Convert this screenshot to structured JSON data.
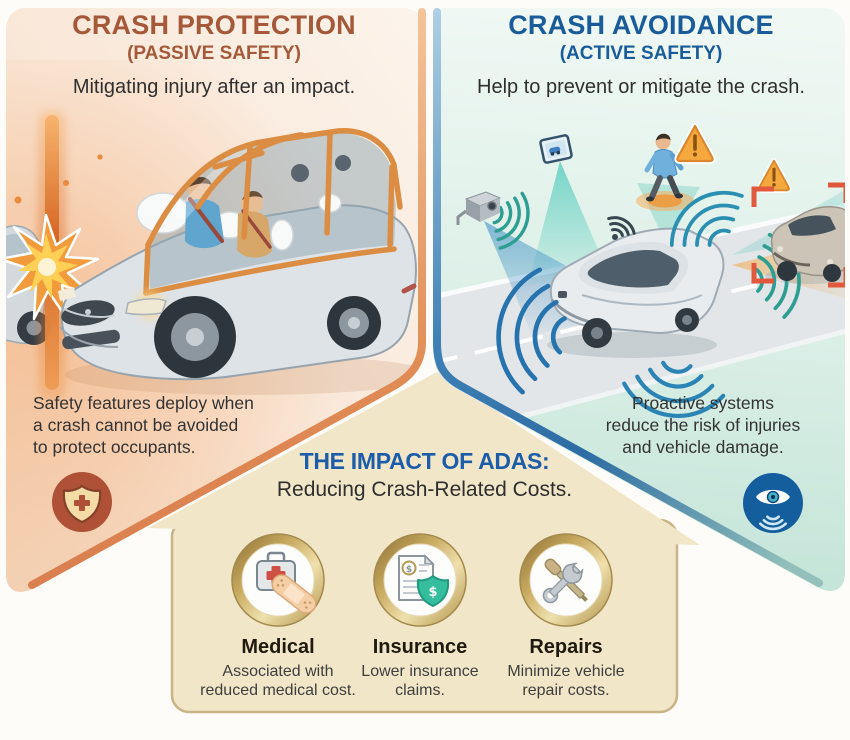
{
  "page": {
    "background": "#FDFCF9"
  },
  "left_panel": {
    "accent": "#A5593A",
    "title": "CRASH PROTECTION",
    "subtitle": "(PASSIVE SAFETY)",
    "tagline": "Mitigating injury after an impact.",
    "caption_lines": [
      "Safety features deploy when",
      "a crash cannot be avoided",
      "to protect occupants."
    ],
    "badge_icon": "medical-shield-icon",
    "illustration": "car-crash-with-safety-cage-airbags-and-occupants"
  },
  "right_panel": {
    "accent": "#1A5C99",
    "title": "CRASH AVOIDANCE",
    "subtitle": "(ACTIVE SAFETY)",
    "tagline": "Help to prevent or mitigate the crash.",
    "caption_lines": [
      "Proactive systems",
      "reduce the risk of injuries",
      "and vehicle damage."
    ],
    "badge_icon": "sensing-eye-icon",
    "illustration": "car-with-radar-sensors-detecting-pedestrian-and-vehicle"
  },
  "impact_section": {
    "accent": "#1D5CA9",
    "title": "THE IMPACT OF ADAS:",
    "subtitle": "Reducing Crash-Related Costs.",
    "items": [
      {
        "icon": "first-aid-kit-icon",
        "label": "Medical",
        "desc_lines": [
          "Associated with",
          "reduced medical cost."
        ]
      },
      {
        "icon": "insurance-document-icon",
        "label": "Insurance",
        "desc_lines": [
          "Lower insurance",
          "claims."
        ]
      },
      {
        "icon": "repair-tools-icon",
        "label": "Repairs",
        "desc_lines": [
          "Minimize vehicle",
          "repair costs."
        ]
      }
    ]
  },
  "colors": {
    "peach_panel": "#F6D9C2",
    "peach_border": "#E08B54",
    "mint_panel": "#C6E6DA",
    "blue_border": "#3E80B5",
    "cream": "#F1E7C8",
    "cream_border": "#C8B487",
    "gold_ring": "#C8AA60",
    "cage_orange": "#DB8E43",
    "radar_blue": "#2673AE",
    "radar_teal": "#2E9E92",
    "warning_orange": "#F5A83E",
    "bracket_red": "#E2583C"
  }
}
